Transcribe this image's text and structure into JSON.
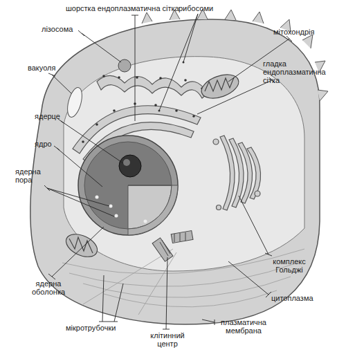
{
  "diagram": {
    "labels": [
      "шорстка ендоплазматична сітка",
      "рибосоми",
      "лізосома",
      "мітохондрія",
      "вакуоля",
      "гладка ендоплазматична сітка",
      "ядерце",
      "ядро",
      "ядерна пора",
      "комплекс Гольджі",
      "цитоплазма",
      "ядерна оболонка",
      "мікротрубочки",
      "клітинний центр",
      "плазматична мембрана"
    ]
  }
}
